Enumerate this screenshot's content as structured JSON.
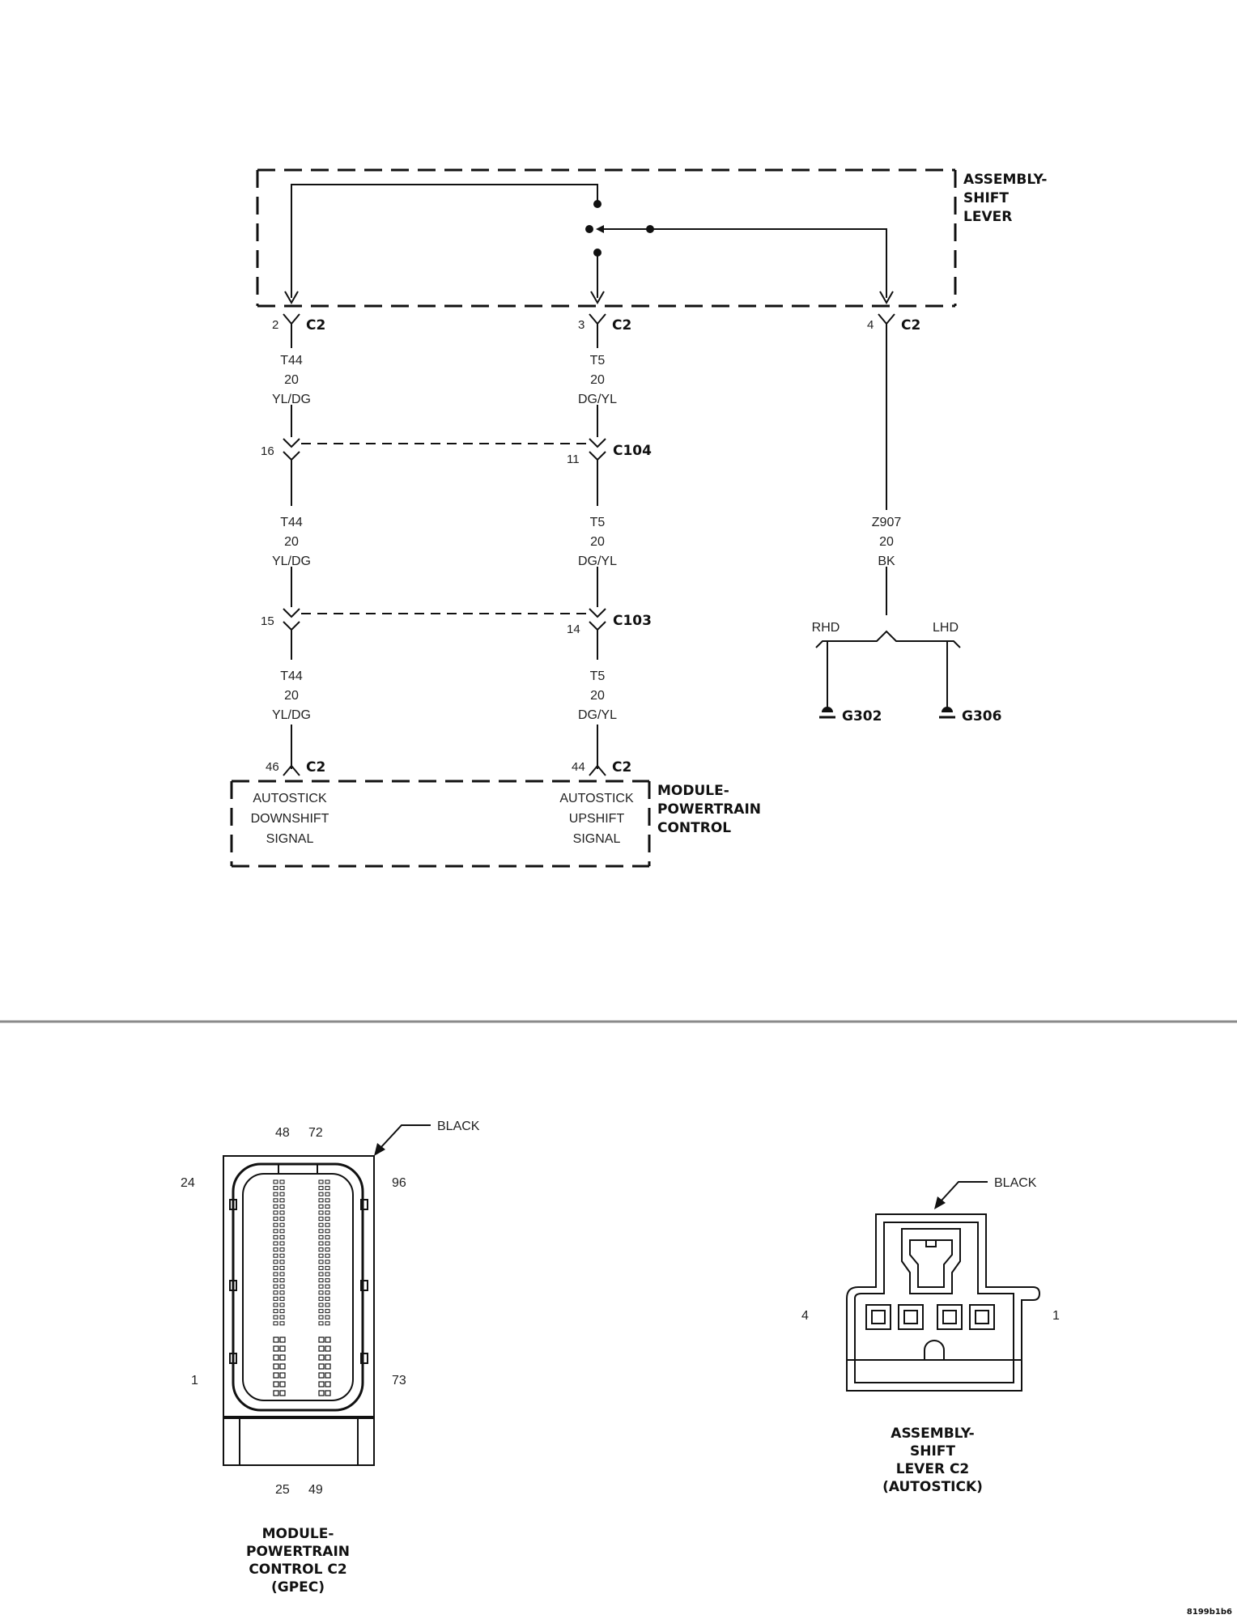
{
  "schematic": {
    "shift_lever_label": [
      "ASSEMBLY-",
      "SHIFT",
      "LEVER"
    ],
    "pcm_label": [
      "MODULE-",
      "POWERTRAIN",
      "CONTROL"
    ],
    "top_connectors": [
      {
        "pin": "2",
        "connector": "C2"
      },
      {
        "pin": "3",
        "connector": "C2"
      },
      {
        "pin": "4",
        "connector": "C2"
      }
    ],
    "wire_left_segment": [
      "T44",
      "20",
      "YL/DG"
    ],
    "wire_mid_segment": [
      "T5",
      "20",
      "DG/YL"
    ],
    "wire_right_segment": [
      "Z907",
      "20",
      "BK"
    ],
    "inline_c104": {
      "connector": "C104",
      "left_pin": "16",
      "right_pin": "11"
    },
    "inline_c103": {
      "connector": "C103",
      "left_pin": "15",
      "right_pin": "14"
    },
    "pcm_pins": [
      {
        "pin": "46",
        "connector": "C2"
      },
      {
        "pin": "44",
        "connector": "C2"
      }
    ],
    "pcm_signal_left": [
      "AUTOSTICK",
      "DOWNSHIFT",
      "SIGNAL"
    ],
    "pcm_signal_right": [
      "AUTOSTICK",
      "UPSHIFT",
      "SIGNAL"
    ],
    "ground_branch": {
      "left": "RHD",
      "right": "LHD",
      "ground_left": "G302",
      "ground_right": "G306"
    }
  },
  "pcm_connector_view": {
    "color": "BLACK",
    "top_pins": [
      "48",
      "72"
    ],
    "left_top": "24",
    "right_top": "96",
    "left_bottom": "1",
    "right_bottom": "73",
    "bottom_pins": [
      "25",
      "49"
    ],
    "caption": [
      "MODULE-",
      "POWERTRAIN",
      "CONTROL C2",
      "(GPEC)"
    ]
  },
  "shift_lever_connector_view": {
    "color": "BLACK",
    "left_pin": "4",
    "right_pin": "1",
    "caption": [
      "ASSEMBLY-",
      "SHIFT",
      "LEVER C2",
      "(AUTOSTICK)"
    ]
  },
  "figure_id": "8199b1b6"
}
